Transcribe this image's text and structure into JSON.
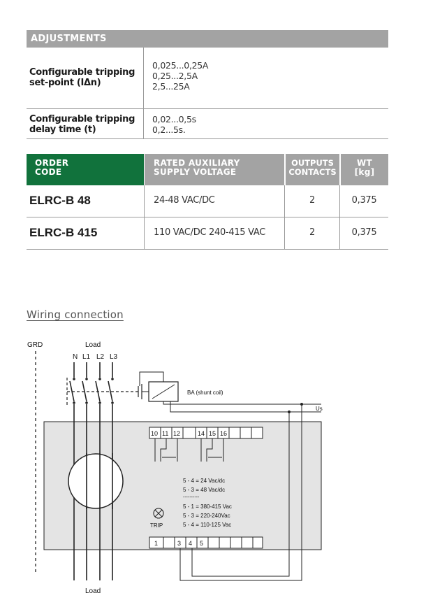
{
  "adjustments": {
    "header": "ADJUSTMENTS",
    "rows": [
      {
        "label_line1": "Configurable tripping",
        "label_line2": "set-point (IΔn)",
        "values": [
          "0,025...0,25A",
          "0,25...2,5A",
          "2,5...25A"
        ]
      },
      {
        "label_line1": "Configurable tripping",
        "label_line2": "delay time (t)",
        "values": [
          "0,02...0,5s",
          "0,2...5s."
        ]
      }
    ]
  },
  "order_table": {
    "headers": [
      {
        "line1": "ORDER",
        "line2": "CODE"
      },
      {
        "line1": "RATED AUXILIARY",
        "line2": "SUPPLY VOLTAGE"
      },
      {
        "line1": "OUTPUTS",
        "line2": "CONTACTS"
      },
      {
        "line1": "WT",
        "line2": "[kg]"
      }
    ],
    "rows": [
      {
        "code": "ELRC-B 48",
        "voltage": "24-48 VAC/DC",
        "outputs": "2",
        "weight": "0,375"
      },
      {
        "code": "ELRC-B 415",
        "voltage": "110 VAC/DC 240-415 VAC",
        "outputs": "2",
        "weight": "0,375"
      }
    ],
    "header_color": "#11723c",
    "header_gray": "#a3a3a3"
  },
  "wiring": {
    "title": "Wiring connection",
    "labels": {
      "grd": "GRD",
      "load_top": "Load",
      "n": "N",
      "l1": "L1",
      "l2": "L2",
      "l3": "L3",
      "ba": "BA (shunt coil)",
      "us": "Us",
      "trip": "TRIP",
      "load_bottom": "Load"
    },
    "top_terminals": [
      "10",
      "11",
      "12",
      "14",
      "15",
      "16"
    ],
    "bottom_terminals": [
      "1",
      "3",
      "4",
      "5"
    ],
    "voltage_notes": [
      "5 - 4 =  24 Vac/dc",
      "5 - 3 =  48 Vac/dc",
      "----------",
      "5 - 1 =  380-415 Vac",
      "5 - 3 =  220-240Vac",
      "5 - 4 =  110-125 Vac"
    ],
    "device_fill": "#e4e4e4"
  }
}
